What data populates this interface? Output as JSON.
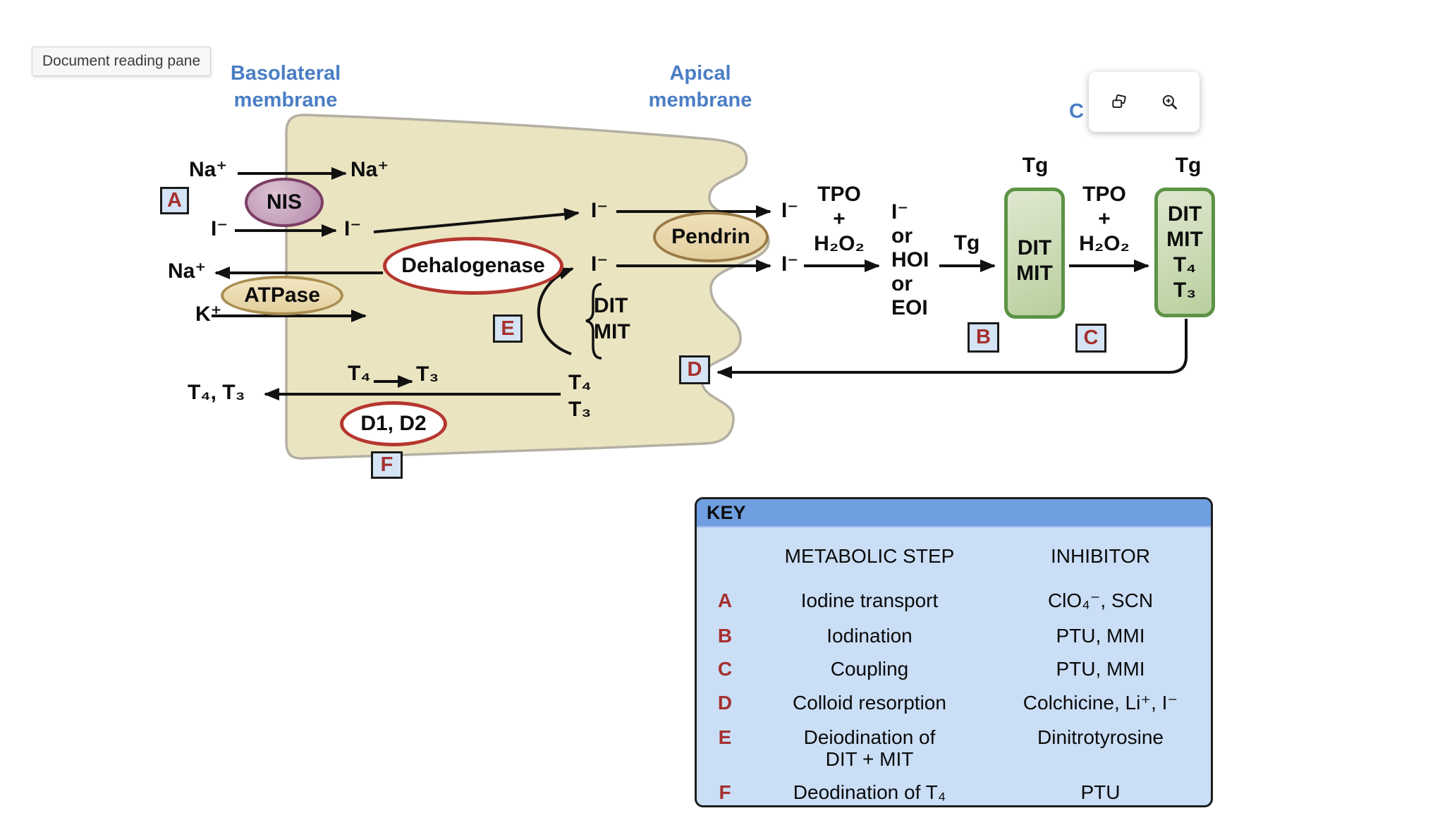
{
  "tooltip": {
    "label": "Document reading pane"
  },
  "popup": {
    "icons": [
      {
        "name": "copy-icon"
      },
      {
        "name": "zoom-in-icon"
      }
    ]
  },
  "colors": {
    "heading_blue": "#4a7ec5",
    "cell_fill": "#ebe4c1",
    "cell_border": "#b3afa3",
    "letter_red": "#a5302e",
    "chip_bg": "#d4e4f4",
    "green_border": "#5c9345",
    "red_ellipse_border": "#b5372f",
    "key_header": "#6f9fe0",
    "key_body": "#cadef6"
  },
  "headings": {
    "basolateral": "Basolateral\nmembrane",
    "apical": "Apical\nmembrane",
    "colloid_partial": "C"
  },
  "figure": {
    "na_out": "Na⁺",
    "na_in": "Na⁺",
    "i_out": "I⁻",
    "i_in": "I⁻",
    "na_return": "Na⁺",
    "k_in": "K⁺",
    "nis": "NIS",
    "atpase": "ATPase",
    "pendrin": "Pendrin",
    "dehalogenase": "Dehalogenase",
    "d1d2": "D1, D2",
    "i_cell_top": "I⁻",
    "i_cell_mid": "I⁻",
    "i_colloid_top": "I⁻",
    "i_colloid_mid": "I⁻",
    "dit_mit": "DIT\nMIT",
    "t4_small": "T₄",
    "t3_small": "T₃",
    "t4_t3_stack": "T₄\nT₃",
    "t4_t3_out": "T₄, T₃",
    "tpo1": "TPO\n+\nH₂O₂",
    "tpo2": "TPO\n+\nH₂O₂",
    "intermediates": "I⁻\nor\nHOI\nor\nEOI",
    "tg_arrow": "Tg",
    "tg_box1": "Tg",
    "tg_box2": "Tg",
    "green1": "DIT\nMIT",
    "green2": "DIT\nMIT\nT₄\nT₃",
    "steps": {
      "a": "A",
      "b": "B",
      "c": "C",
      "d": "D",
      "e": "E",
      "f": "F"
    }
  },
  "key": {
    "title": "KEY",
    "col_step": "METABOLIC STEP",
    "col_inhibitor": "INHIBITOR",
    "rows": [
      {
        "letter": "A",
        "step": "Iodine transport",
        "inhibitor": "ClO₄⁻, SCN"
      },
      {
        "letter": "B",
        "step": "Iodination",
        "inhibitor": "PTU, MMI"
      },
      {
        "letter": "C",
        "step": "Coupling",
        "inhibitor": "PTU, MMI"
      },
      {
        "letter": "D",
        "step": "Colloid resorption",
        "inhibitor": "Colchicine, Li⁺, I⁻"
      },
      {
        "letter": "E",
        "step": "Deiodination of\nDIT + MIT",
        "inhibitor": "Dinitrotyrosine"
      },
      {
        "letter": "F",
        "step": "Deodination of T₄",
        "inhibitor": "PTU"
      }
    ]
  }
}
